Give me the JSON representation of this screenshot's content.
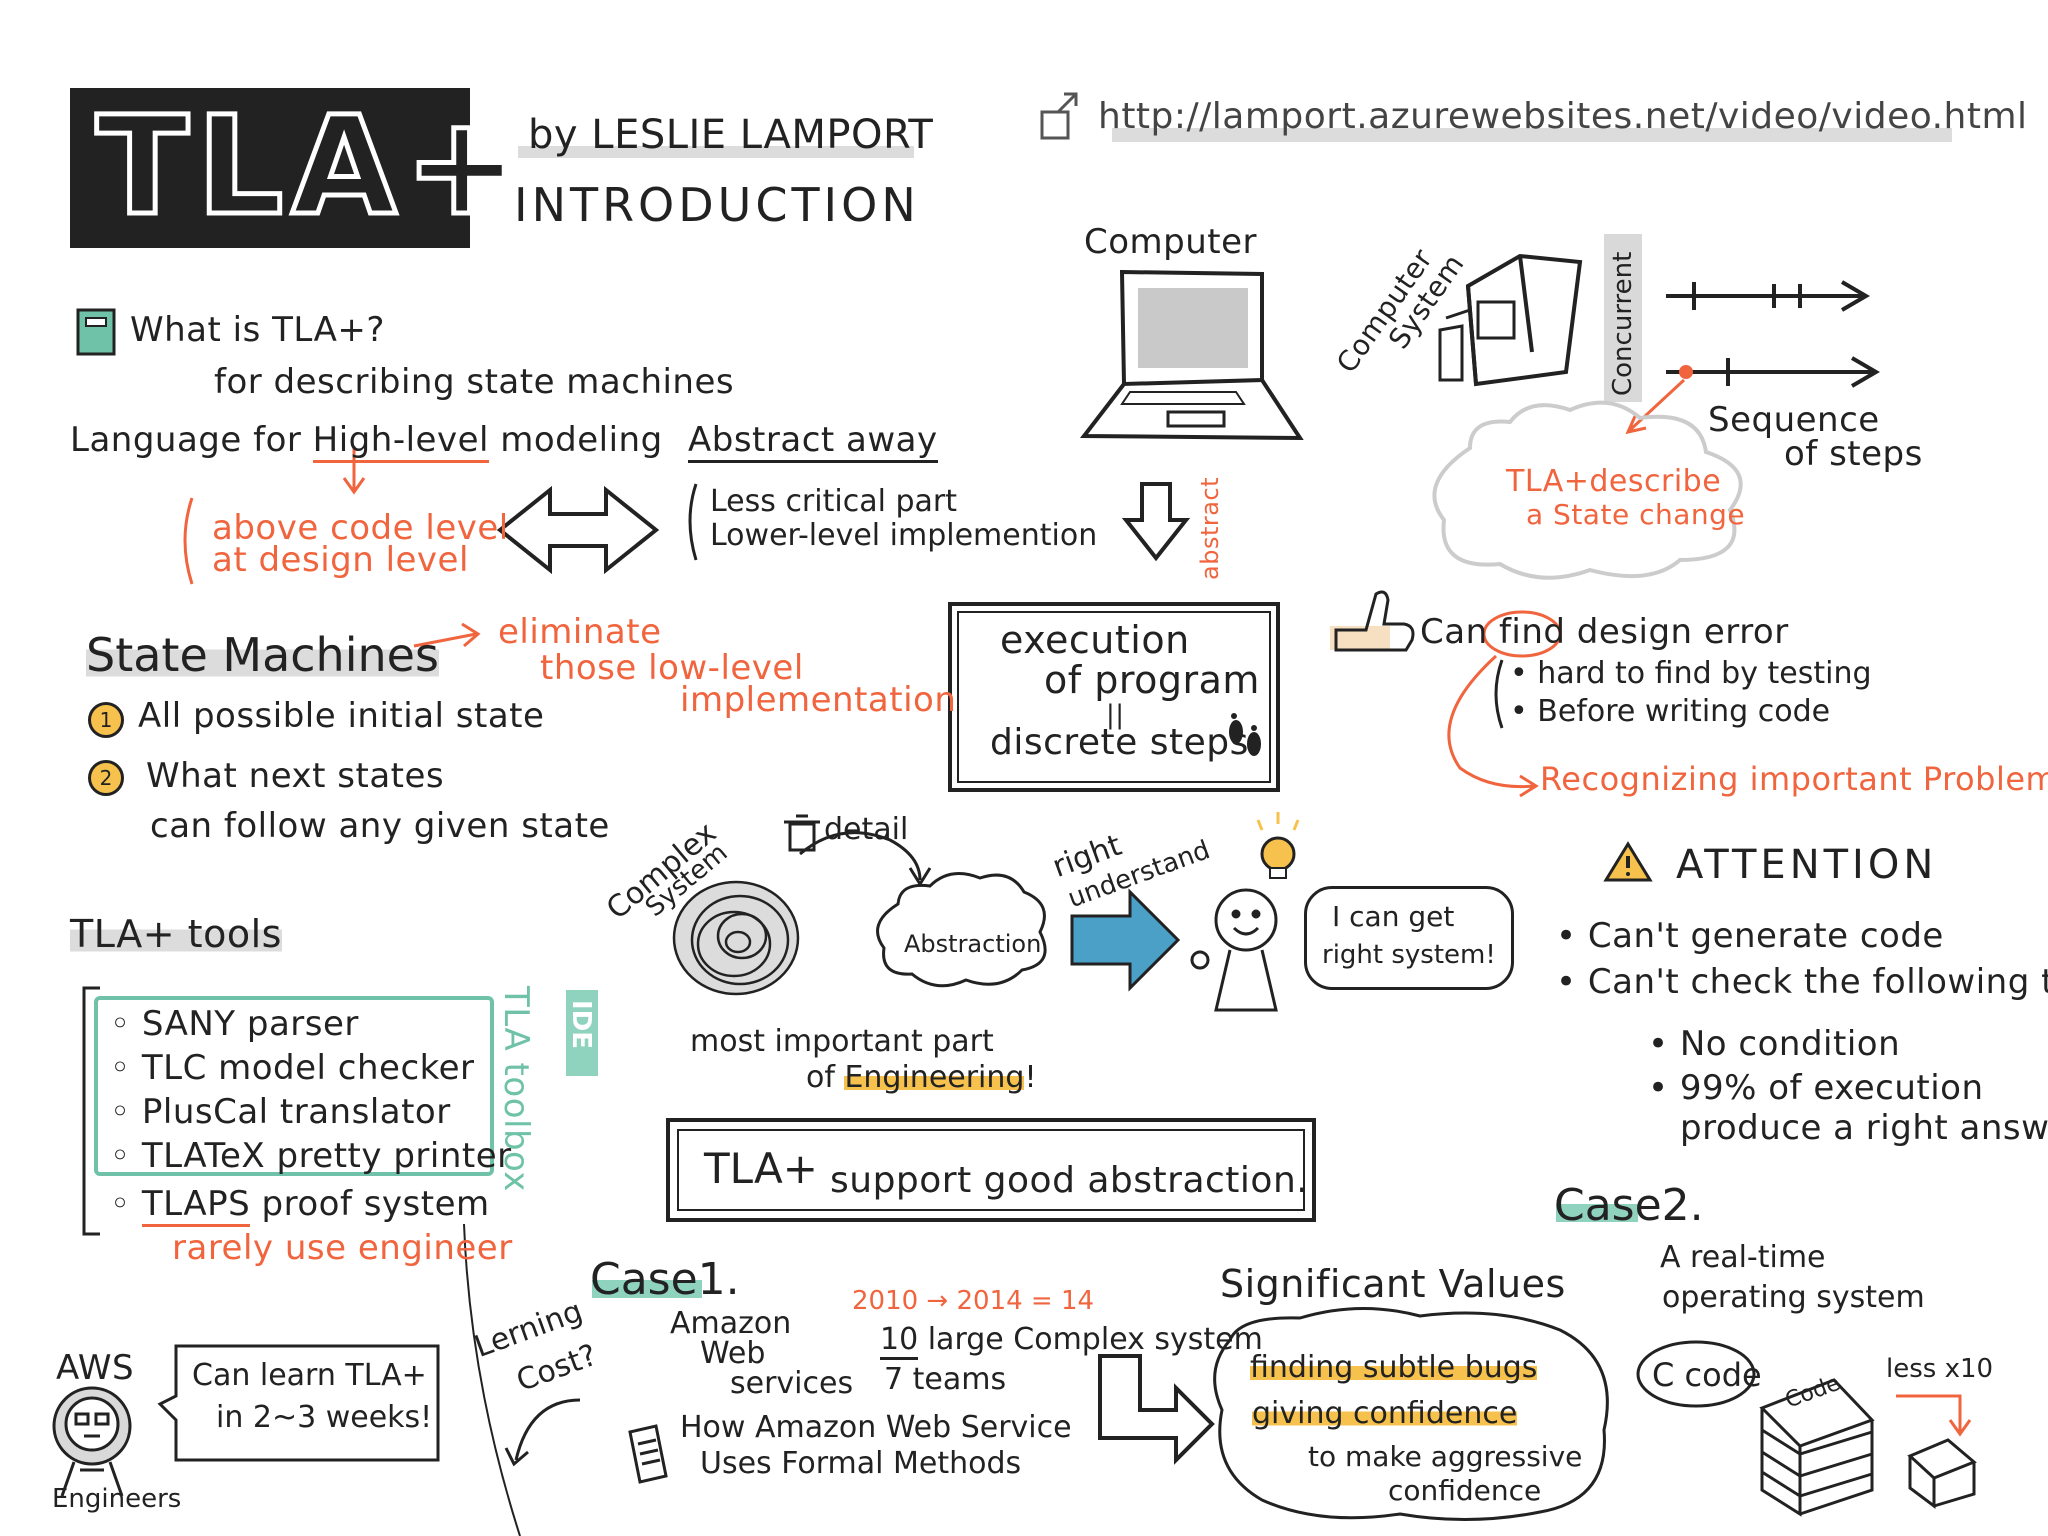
{
  "header": {
    "logo": "TLA+",
    "byline": "by LESLIE LAMPORT",
    "subtitle": "INTRODUCTION",
    "url": "http://lamport.azurewebsites.net/video/video.html"
  },
  "what_is": {
    "question": "What is TLA+?",
    "answer": "for describing state machines",
    "language_prefix": "Language for ",
    "language_high": "High-level",
    "language_suffix": " modeling",
    "above_code": "above code level",
    "at_design": "at design level",
    "abstract_title": "Abstract away",
    "less_critical": "Less critical part",
    "lower_level": "Lower-level implemention"
  },
  "state_machines": {
    "title": "State Machines",
    "eliminate_1": "eliminate",
    "eliminate_2": "those low-level",
    "eliminate_3": "implementation",
    "item1_num": "1",
    "item1": "All possible initial state",
    "item2_num": "2",
    "item2_a": "What next states",
    "item2_b": "can follow any given state"
  },
  "computer": {
    "label": "Computer",
    "abstract": "abstract",
    "system_label_1": "Computer",
    "system_label_2": "System",
    "concurrent": "Concurrent",
    "sequence_1": "Sequence",
    "sequence_2": "of steps",
    "cloud_1": "TLA+describe",
    "cloud_2": "a State change"
  },
  "execution": {
    "line1": "execution",
    "line2": "of program",
    "eq": "||",
    "line3": "discrete steps"
  },
  "design_error": {
    "can": "Can ",
    "find": "find",
    "rest": " design error",
    "b1": "hard to find by testing",
    "b2": "Before writing code",
    "recognizing": "Recognizing important Problem"
  },
  "engineering": {
    "complex_1": "Complex",
    "complex_2": "System",
    "detail": "detail",
    "abstraction": "Abstraction",
    "right_1": "right",
    "right_2": "understand",
    "speech_1": "I can get",
    "speech_2": "right system!",
    "most_1": "most important part",
    "most_of": "of ",
    "most_eng": "Engineering",
    "most_excl": "!",
    "support": "support good abstraction.",
    "support_tla": "TLA+"
  },
  "attention": {
    "title": "ATTENTION",
    "b1": "Can't generate code",
    "b2": "Can't check the following things",
    "s1": "No condition",
    "s2a": "99% of execution",
    "s2b": "produce a right answer"
  },
  "tools": {
    "title": "TLA+ tools",
    "items": [
      "SANY parser",
      "TLC model checker",
      "PlusCal translator",
      "TLATeX pretty printer"
    ],
    "tlaps": "TLAPS",
    "tlaps_rest": " proof system",
    "rarely": "rarely use engineer",
    "ide": "IDE",
    "toolbox": "TLA toolbox"
  },
  "aws": {
    "aws": "AWS",
    "engineers": "Engineers",
    "speech_1": "Can learn TLA+",
    "speech_2": "in 2~3 weeks!",
    "lerning_1": "Lerning",
    "lerning_2": "Cost?"
  },
  "case1": {
    "title": "Case1.",
    "amazon_1": "Amazon",
    "amazon_2": "Web",
    "amazon_3": "services",
    "years": "2010 → 2014 = 14",
    "ten": "10",
    "large": " large Complex system",
    "teams": "7 teams",
    "paper_1": "How Amazon Web Service",
    "paper_2": "Uses Formal Methods"
  },
  "values": {
    "title": "Significant Values",
    "v1": "finding subtle bugs",
    "v2": "giving confidence",
    "v3a": "to make aggressive",
    "v3b": "confidence"
  },
  "case2": {
    "title": "Case2.",
    "line1": "A real-time",
    "line2": "operating system",
    "c_code": "C code",
    "code": "Code",
    "less": "less x10"
  }
}
